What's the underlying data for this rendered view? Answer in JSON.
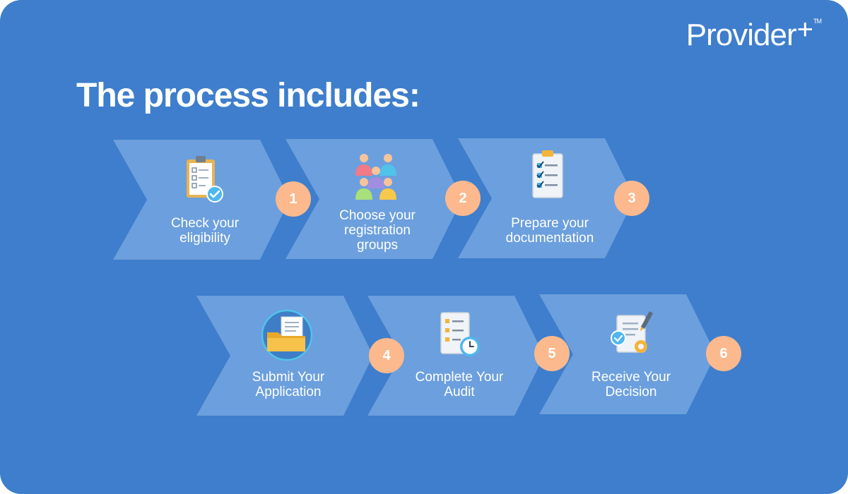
{
  "brand": {
    "name": "Provider",
    "plus": "+",
    "trademark": "TM"
  },
  "title": "The process includes:",
  "steps": [
    {
      "number": "1",
      "label_lines": [
        "Check your",
        "eligibility"
      ],
      "icon": "clipboard-check-icon"
    },
    {
      "number": "2",
      "label_lines": [
        "Choose your",
        "registration",
        "groups"
      ],
      "icon": "people-group-icon"
    },
    {
      "number": "3",
      "label_lines": [
        "Prepare your",
        "documentation"
      ],
      "icon": "checklist-icon"
    },
    {
      "number": "4",
      "label_lines": [
        "Submit Your",
        "Application"
      ],
      "icon": "folder-document-icon"
    },
    {
      "number": "5",
      "label_lines": [
        "Complete Your",
        "Audit"
      ],
      "icon": "checklist-clock-icon"
    },
    {
      "number": "6",
      "label_lines": [
        "Receive Your",
        "Decision"
      ],
      "icon": "document-approval-icon"
    }
  ],
  "colors": {
    "background": "#3e7ecc",
    "chevron": "#6c9fdd",
    "badge": "#fbb98d",
    "text": "#ffffff"
  }
}
